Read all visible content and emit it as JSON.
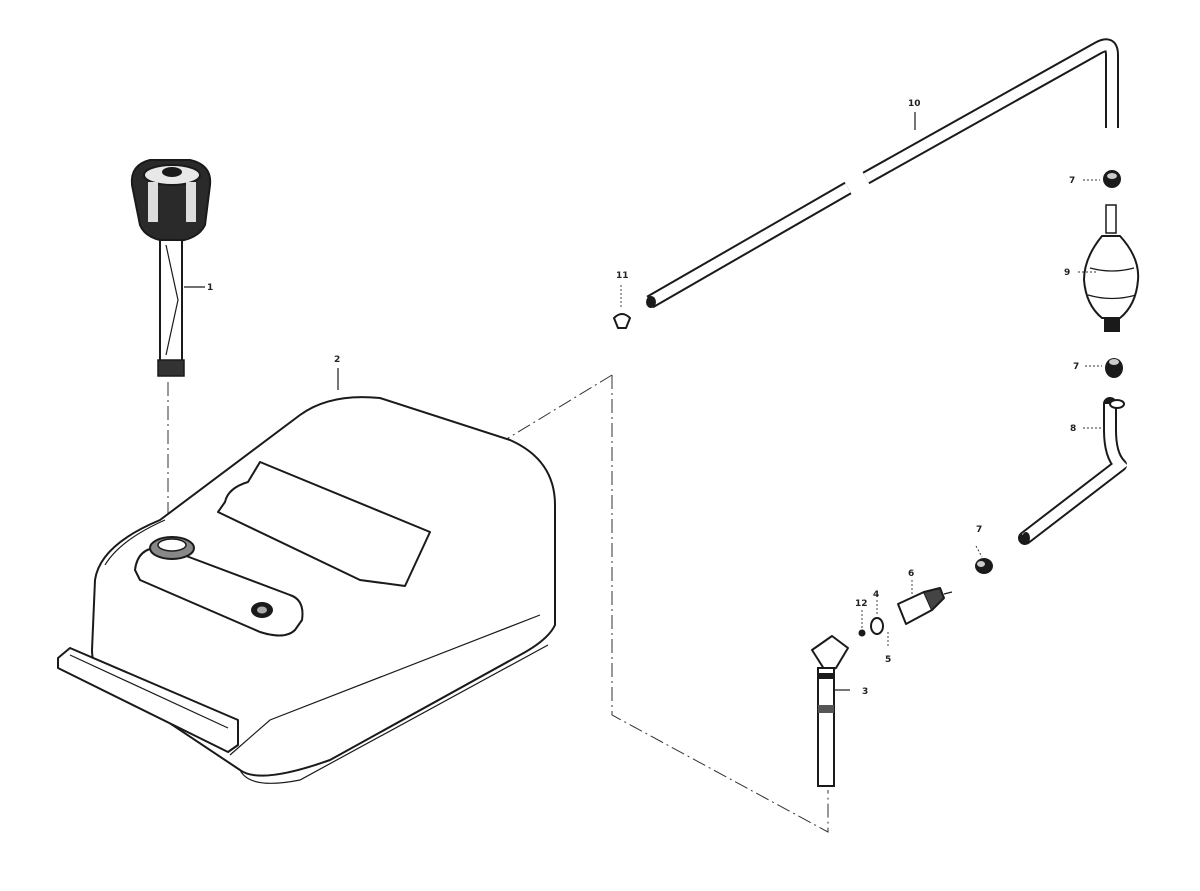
{
  "parts": [
    {
      "id": "fill-cap-gauge",
      "label": "1"
    },
    {
      "id": "fuel-tank",
      "label": "2"
    },
    {
      "id": "pickup-tube",
      "label": "3"
    },
    {
      "id": "washer-4",
      "label": "4"
    },
    {
      "id": "o-ring-5",
      "label": "5"
    },
    {
      "id": "connector-6",
      "label": "6"
    },
    {
      "id": "clamp-7a",
      "label": "7"
    },
    {
      "id": "clamp-7b",
      "label": "7"
    },
    {
      "id": "clamp-7c",
      "label": "7"
    },
    {
      "id": "hose-8",
      "label": "8"
    },
    {
      "id": "primer-bulb",
      "label": "9"
    },
    {
      "id": "fuel-line-10",
      "label": "10"
    },
    {
      "id": "clip-11",
      "label": "11"
    },
    {
      "id": "seal-12",
      "label": "12"
    }
  ]
}
